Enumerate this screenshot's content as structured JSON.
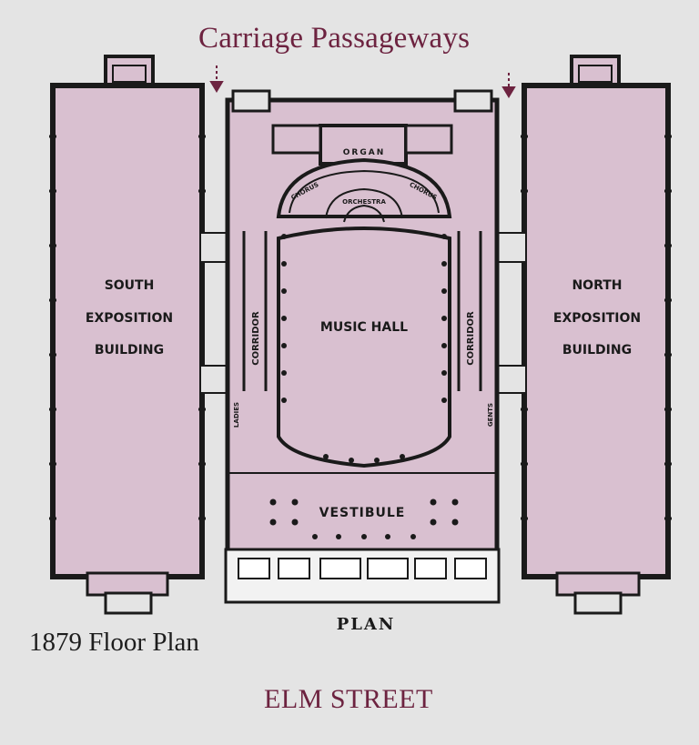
{
  "header": {
    "title": "Carriage Passageways"
  },
  "plan": {
    "south_building": [
      "SOUTH",
      "EXPOSITION",
      "BUILDING"
    ],
    "north_building": [
      "NORTH",
      "EXPOSITION",
      "BUILDING"
    ],
    "music_hall": "MUSIC HALL",
    "organ": "ORGAN",
    "chorus_left": "CHORUS",
    "chorus_right": "CHORUS",
    "orchestra": "ORCHESTRA",
    "corridor_left": "CORRIDOR",
    "corridor_right": "CORRIDOR",
    "ladies": "LADIES",
    "gents": "GENTS",
    "vestibule": "VESTIBULE",
    "plan_label": "PLAN"
  },
  "footer": {
    "caption": "1879 Floor Plan",
    "street": "ELM STREET"
  },
  "colors": {
    "fill": "#d9c0d0",
    "accent": "#6d2340",
    "wall": "#1a1a1a",
    "background": "#e4e4e4"
  }
}
